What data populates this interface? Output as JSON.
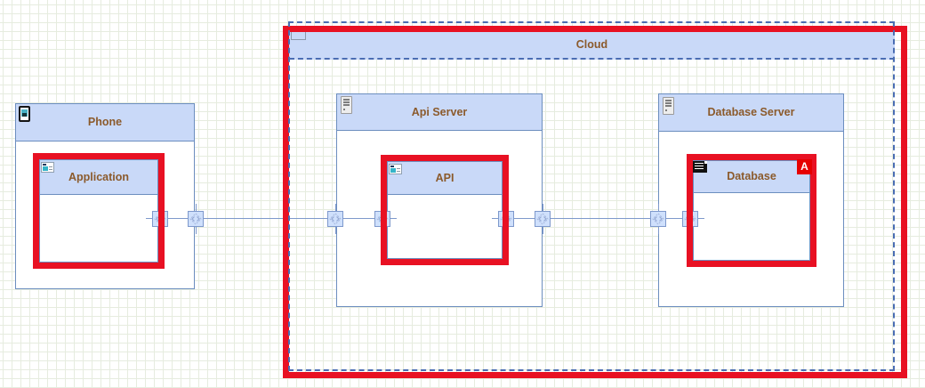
{
  "nodes": {
    "cloud": {
      "label": "Cloud",
      "highlighted": true
    },
    "phone": {
      "label": "Phone"
    },
    "application": {
      "label": "Application",
      "highlighted": true
    },
    "api_server": {
      "label": "Api Server"
    },
    "api": {
      "label": "API",
      "highlighted": true
    },
    "database_server": {
      "label": "Database Server"
    },
    "database": {
      "label": "Database",
      "highlighted": true,
      "badge": "A"
    }
  },
  "edges": [
    {
      "from": "Application",
      "to": "API"
    },
    {
      "from": "API",
      "to": "Database"
    }
  ],
  "icons": {
    "phone": "smartphone-icon",
    "application": "app-window-icon",
    "api": "app-window-icon",
    "server": "tower-server-icon",
    "database": "storage-disk-icon",
    "port": "connection-port-icon",
    "cloud_tab": "collapse-tab-icon"
  },
  "colors": {
    "highlight_red": "#e81123",
    "badge_red": "#e60000",
    "node_border_blue": "#6c8ebf",
    "header_fill_blue": "#c9d9f8",
    "dashed_border_blue": "#4a6db3",
    "label_brown": "#8b5a2b",
    "connector_blue": "#7e99cc",
    "grid_line_green": "#e6ecdf"
  }
}
